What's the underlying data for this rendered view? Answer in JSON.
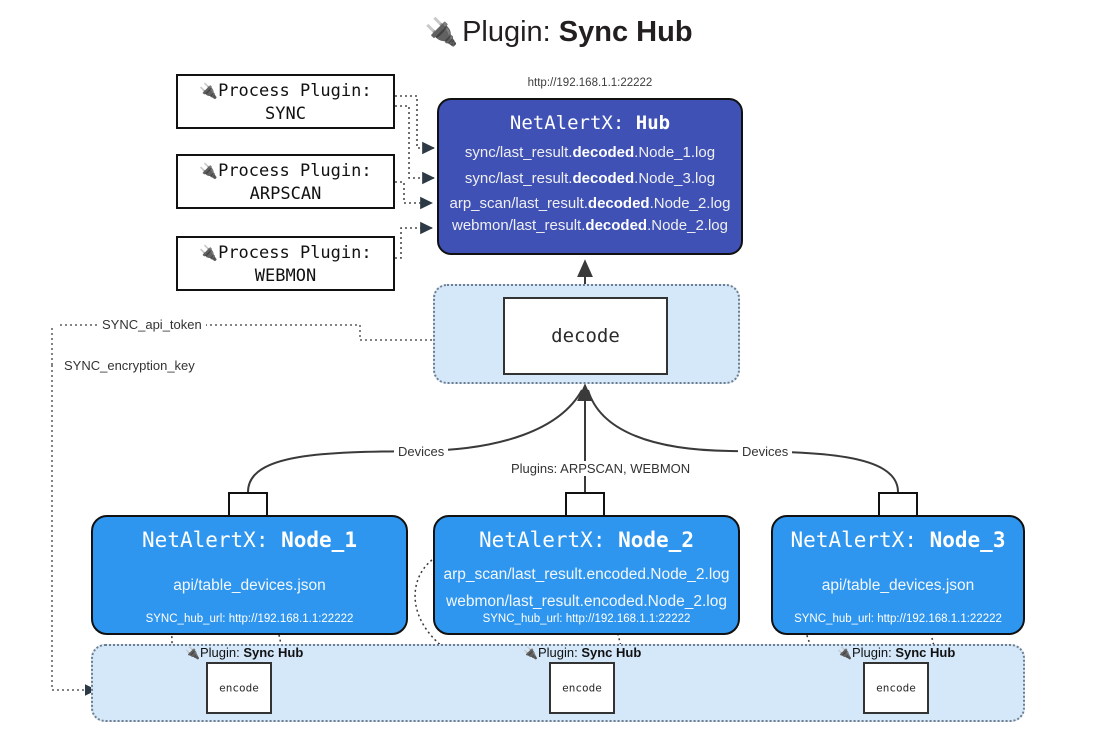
{
  "title": {
    "icon": "plug-icon",
    "prefix": "Plugin: ",
    "name": "Sync Hub"
  },
  "hub": {
    "url_label": "http://192.168.1.1:22222",
    "title_prefix": "NetAlertX: ",
    "title_name": "Hub",
    "logs": [
      {
        "pre": "sync/last_result.",
        "mid": "decoded",
        "post": ".Node_1.log"
      },
      {
        "pre": "sync/last_result.",
        "mid": "decoded",
        "post": ".Node_3.log"
      },
      {
        "pre": "arp_scan/last_result.",
        "mid": "decoded",
        "post": ".Node_2.log"
      },
      {
        "pre": "webmon/last_result.",
        "mid": "decoded",
        "post": ".Node_2.log"
      }
    ],
    "fill_color": "#3f51b5"
  },
  "process_plugins": [
    {
      "icon": "plug-icon",
      "line1": "Process Plugin:",
      "line2": "SYNC"
    },
    {
      "icon": "plug-icon",
      "line1": "Process Plugin:",
      "line2": "ARPSCAN"
    },
    {
      "icon": "plug-icon",
      "line1": "Process Plugin:",
      "line2": "WEBMON"
    }
  ],
  "decode": {
    "label": "decode",
    "container_color": "#d4e8fa"
  },
  "edge_labels": {
    "api_token": "SYNC_api_token",
    "encryption_key": "SYNC_encryption_key",
    "devices_left": "Devices",
    "devices_right": "Devices",
    "plugins_center": "Plugins: ARPSCAN, WEBMON"
  },
  "nodes": [
    {
      "title_prefix": "NetAlertX: ",
      "title_name": "Node_1",
      "lines": [
        "api/table_devices.json"
      ],
      "hub_url": "SYNC_hub_url: http://192.168.1.1:22222",
      "fill_color": "#2f96ef"
    },
    {
      "title_prefix": "NetAlertX: ",
      "title_name": "Node_2",
      "lines": [
        "arp_scan/last_result.encoded.Node_2.log",
        "webmon/last_result.encoded.Node_2.log"
      ],
      "hub_url": "SYNC_hub_url: http://192.168.1.1:22222",
      "fill_color": "#2f96ef"
    },
    {
      "title_prefix": "NetAlertX: ",
      "title_name": "Node_3",
      "lines": [
        "api/table_devices.json"
      ],
      "hub_url": "SYNC_hub_url: http://192.168.1.1:22222",
      "fill_color": "#2f96ef"
    }
  ],
  "bottom_plugins": [
    {
      "icon": "plug-icon",
      "prefix": "Plugin: ",
      "name": "Sync Hub",
      "box_label": "encode"
    },
    {
      "icon": "plug-icon",
      "prefix": "Plugin: ",
      "name": "Sync Hub",
      "box_label": "encode"
    },
    {
      "icon": "plug-icon",
      "prefix": "Plugin: ",
      "name": "Sync Hub",
      "box_label": "encode"
    }
  ]
}
